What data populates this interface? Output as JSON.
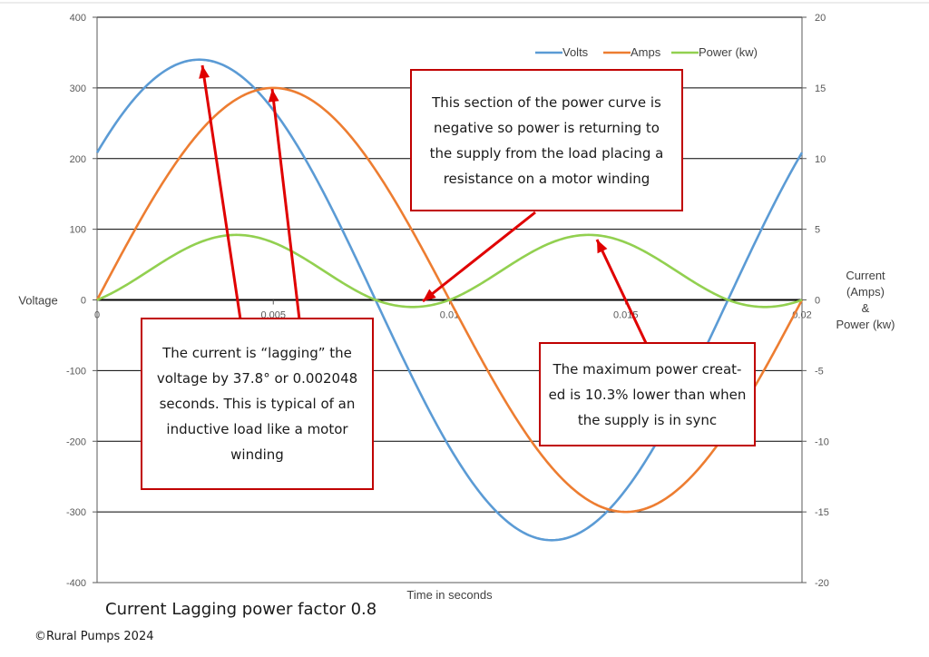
{
  "chart_data": {
    "type": "line",
    "caption": "Current Lagging power factor 0.8",
    "xlabel": "Time in seconds",
    "ylabel_left": "Voltage",
    "ylabel_right": [
      "Current",
      "(Amps)",
      "&",
      "Power (kw)"
    ],
    "xlim": [
      0,
      0.02
    ],
    "ylim_left": [
      -400,
      400
    ],
    "ylim_right": [
      -20,
      20
    ],
    "x_ticks": [
      "0",
      "0.005",
      "0.01",
      "0.015",
      "0.02"
    ],
    "y_left_ticks": [
      "400",
      "300",
      "200",
      "100",
      "0",
      "-100",
      "-200",
      "-300",
      "-400"
    ],
    "y_right_ticks": [
      "20",
      "15",
      "10",
      "5",
      "0",
      "-5",
      "-10",
      "-15",
      "-20"
    ],
    "grid": "horizontal",
    "legend_position": "top-right",
    "series": [
      {
        "name": "Volts",
        "axis": "left",
        "color": "#5b9bd5",
        "kind": "sine",
        "amplitude": 340,
        "frequency_hz": 50,
        "phase_deg": 37.8
      },
      {
        "name": "Amps",
        "axis": "right",
        "color": "#ed7d31",
        "kind": "sine",
        "amplitude": 15,
        "frequency_hz": 50,
        "phase_deg": 0
      },
      {
        "name": "Power (kw)",
        "axis": "right",
        "color": "#92d050",
        "kind": "product",
        "peak": 4.6,
        "trough": -0.5,
        "peak_x": [
          0.004,
          0.014
        ],
        "trough_x": [
          0.009,
          0.019
        ]
      }
    ],
    "annotations": [
      "This section of the power curve is negative so power is returning to the supply from the load placing a resistance on a motor winding",
      "The current is “lagging” the voltage by 37.8° or 0.002048 seconds. This is typical of an inductive load like a motor winding",
      "The maximum power created is 10.3% lower than when the supply is in sync"
    ]
  },
  "notes": {
    "negative_power_lines": [
      "This section of the power curve is",
      "negative so power is returning to",
      "the supply from the load placing a",
      "resistance on a motor winding"
    ],
    "lagging_lines": [
      "The current is “lagging” the",
      "voltage by 37.8° or 0.002048",
      "seconds. This is typical of an",
      "inductive load like a motor",
      "winding"
    ],
    "max_power_lines": [
      "The maximum power creat-",
      "ed is 10.3% lower than when",
      "the supply is in sync"
    ]
  },
  "footer": {
    "copyright": "©Rural Pumps 2024"
  }
}
